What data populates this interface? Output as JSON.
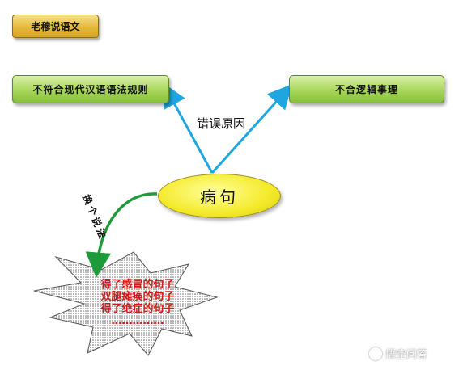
{
  "title": "老穆说语文",
  "left_box": "不符合现代汉语语法规则",
  "right_box": "不合逻辑事理",
  "reason_label": "错误原因",
  "center_node": "病句",
  "change_label": "换个说法",
  "star_lines": [
    "得了感冒的句子",
    "双腿瘫痪的句子",
    "得了绝症的句子",
    "……………"
  ],
  "watermark": "悟空问答",
  "colors": {
    "arrow_blue": "#1fa6e0",
    "arrow_green": "#1f9a3a",
    "text_red": "#d11a1a",
    "box_green": "#a8d65a",
    "box_gold": "#e5b83a",
    "ellipse_yellow": "#f4ea2a"
  },
  "icons": [
    "arrow-icon",
    "watermark-logo-icon"
  ]
}
